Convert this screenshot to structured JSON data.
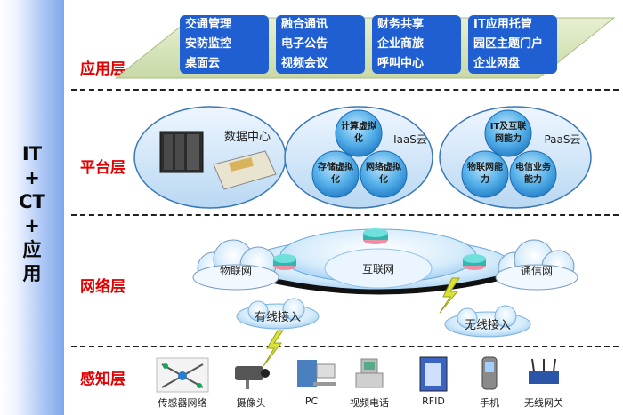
{
  "sidebar": {
    "title_lines": [
      "IT",
      "+",
      "CT",
      "+",
      "应",
      "用"
    ]
  },
  "layers": {
    "application": "应用层",
    "platform": "平台层",
    "network": "网络层",
    "perception": "感知层"
  },
  "application": {
    "columns": [
      [
        "交通管理",
        "安防监控",
        "桌面云"
      ],
      [
        "融合通讯",
        "电子公告",
        "视频会议"
      ],
      [
        "财务共享",
        "企业商旅",
        "呼叫中心"
      ],
      [
        "IT应用托管",
        "园区主题门户",
        "企业网盘"
      ]
    ]
  },
  "platform": {
    "datacenter_label": "数据中心",
    "iaas": {
      "label": "IaaS云",
      "circles": [
        "计算虚拟化",
        "存储虚拟化",
        "网络虚拟化"
      ]
    },
    "paas": {
      "label": "PaaS云",
      "circles": [
        "IT及互联网能力",
        "物联网能力",
        "电信业务能力"
      ]
    }
  },
  "network": {
    "clouds": [
      "物联网",
      "互联网",
      "通信网"
    ],
    "wired": "有线接入",
    "wireless": "无线接入"
  },
  "perception": {
    "devices": [
      "传感器网络",
      "摄像头",
      "PC",
      "视频电话",
      "RFID",
      "手机",
      "无线网关"
    ]
  },
  "colors": {
    "layer_label": "#e30000",
    "app_cell": "#1f5fd2",
    "circle": "#4aa8e8"
  }
}
